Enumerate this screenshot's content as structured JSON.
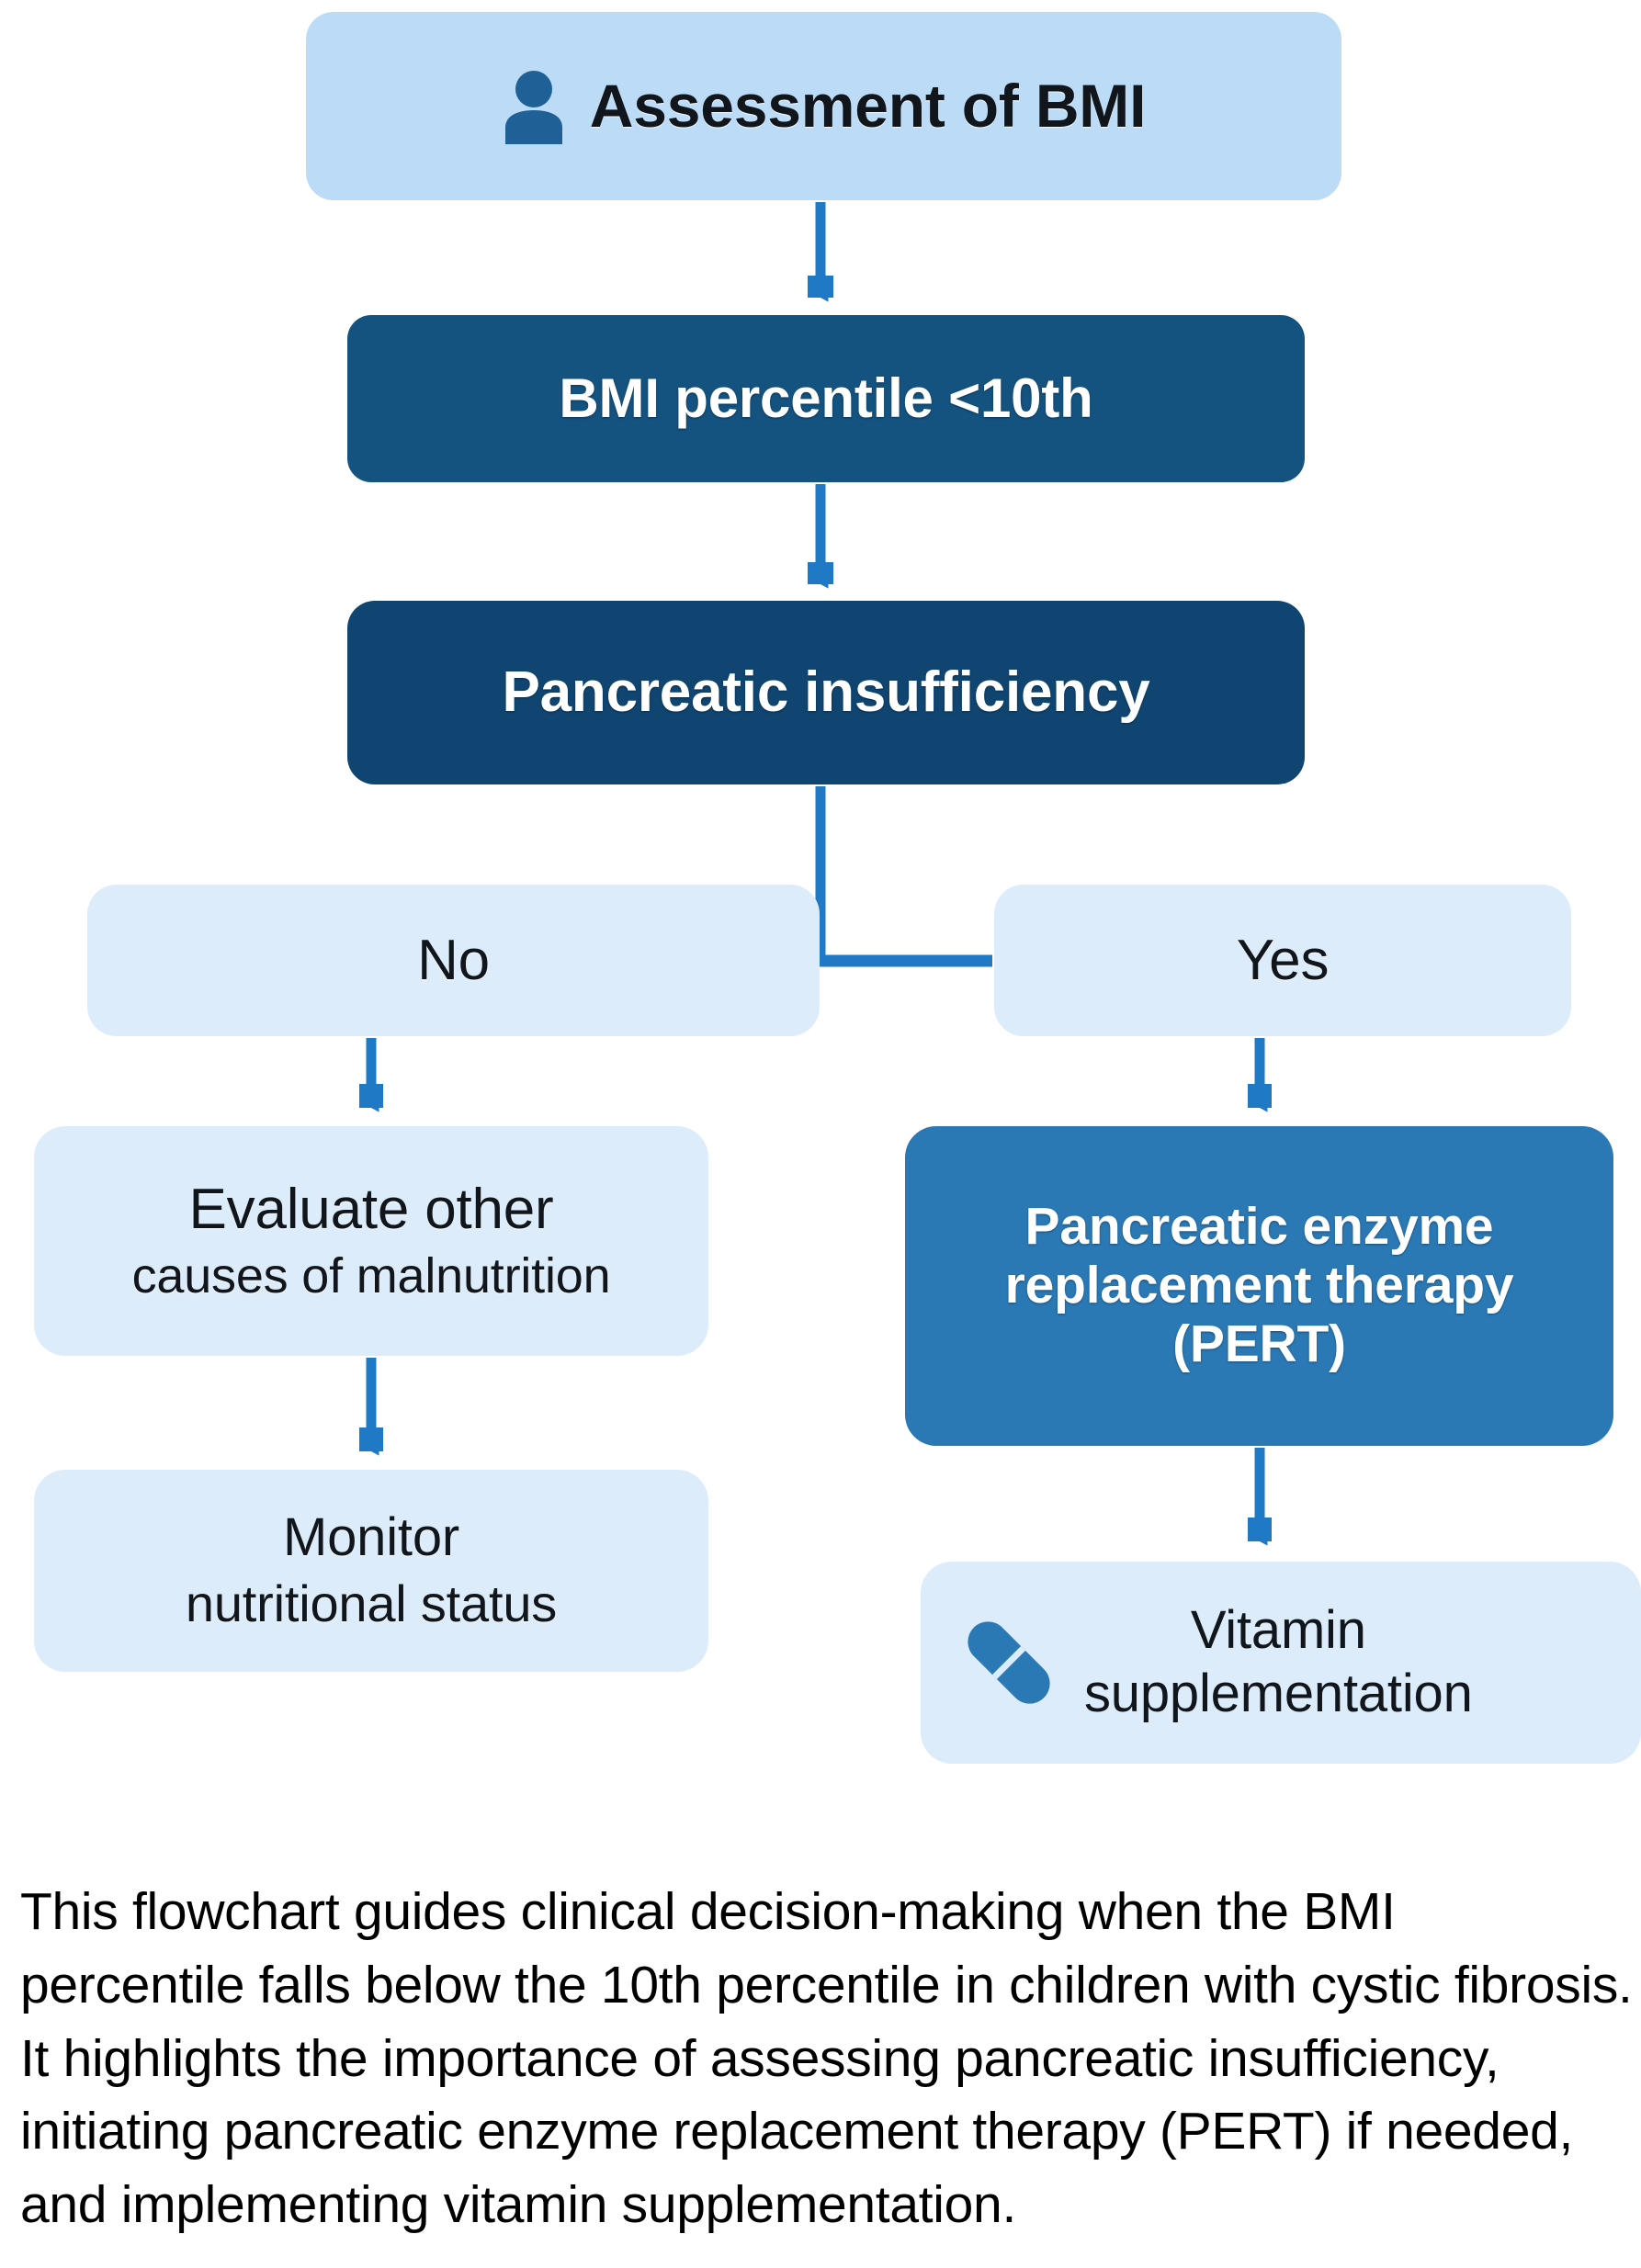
{
  "colors": {
    "node_pale": "#bcdbf6",
    "node_paler": "#ddecfb",
    "node_mid": "#2a78b4",
    "node_deep": "#14527f",
    "node_deeper": "#0f4570",
    "connector": "#2079c4",
    "icon_blue": "#1f6096",
    "pill_blue": "#2a78b4",
    "text_dark": "#10161c",
    "text_light": "#ffffff",
    "background": "#ffffff"
  },
  "flowchart": {
    "type": "flowchart",
    "orientation": "top-to-bottom",
    "nodes": [
      {
        "id": "assessment",
        "label": "Assessment of BMI",
        "icon": "person-icon",
        "style": "pale"
      },
      {
        "id": "bmi_percentile",
        "label": "BMI percentile <10th",
        "style": "deep"
      },
      {
        "id": "pancreatic_insufficiency",
        "label": "Pancreatic insufficiency",
        "style": "deeper"
      },
      {
        "id": "branch_no",
        "label": "No",
        "style": "paler"
      },
      {
        "id": "branch_yes",
        "label": "Yes",
        "style": "paler"
      },
      {
        "id": "evaluate_other",
        "line1": "Evaluate other",
        "line2": "causes of malnutrition",
        "style": "paler"
      },
      {
        "id": "monitor_status",
        "line1": "Monitor",
        "line2": "nutritional status",
        "style": "paler"
      },
      {
        "id": "pert",
        "line1": "Pancreatic enzyme",
        "line2": "replacement therapy",
        "line3": "(PERT)",
        "style": "mid"
      },
      {
        "id": "vitamin_supplementation",
        "line1": "Vitamin",
        "line2": "supplementation",
        "icon": "pill-icon",
        "style": "paler"
      }
    ],
    "edges": [
      {
        "from": "assessment",
        "to": "bmi_percentile",
        "label": ""
      },
      {
        "from": "bmi_percentile",
        "to": "pancreatic_insufficiency",
        "label": ""
      },
      {
        "from": "pancreatic_insufficiency",
        "to": "branch_no",
        "label": ""
      },
      {
        "from": "branch_yes",
        "to": "branch_no",
        "label": ""
      },
      {
        "from": "branch_no",
        "to": "evaluate_other",
        "label": ""
      },
      {
        "from": "evaluate_other",
        "to": "monitor_status",
        "label": ""
      },
      {
        "from": "branch_yes",
        "to": "pert",
        "label": ""
      },
      {
        "from": "pert",
        "to": "vitamin_supplementation",
        "label": ""
      }
    ]
  },
  "caption": {
    "text": "This flowchart guides clinical decision-making when the BMI percentile falls below the 10th percentile in children with cystic fibrosis. It highlights the importance of assessing pancreatic insufficiency, initiating pancreatic enzyme replacement therapy (PERT) if needed, and implementing vitamin supplementation."
  }
}
